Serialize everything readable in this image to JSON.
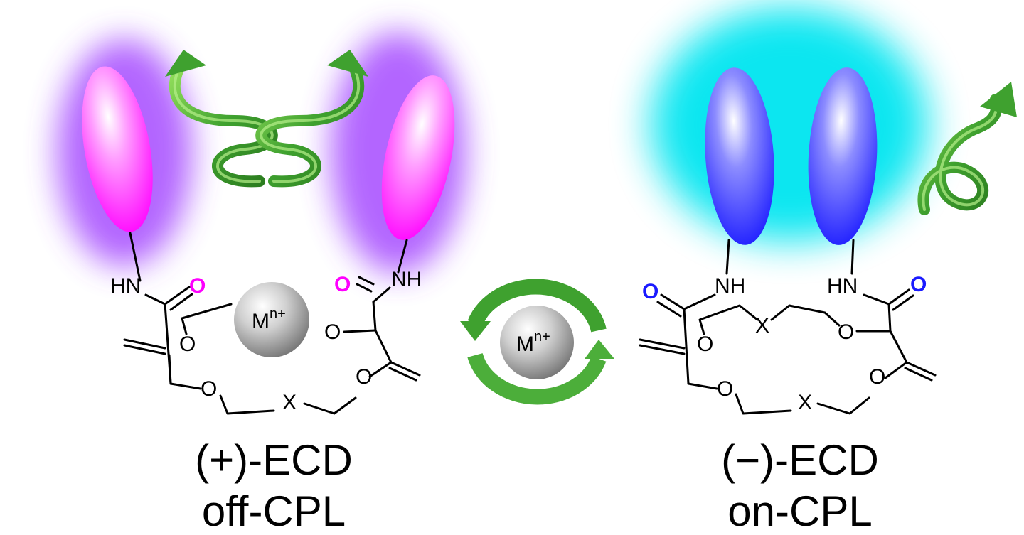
{
  "colors": {
    "magenta": "#ff00ff",
    "purple_glow": "#a64cff",
    "blue": "#1a1aff",
    "cyan_glow": "#00e5f0",
    "green_helix": "#3fa12f",
    "metal": "#a9a9a9",
    "bond": "#000000"
  },
  "icons": [
    "helix-arrow-icon",
    "cycle-arrows-icon",
    "metal-ion-sphere",
    "chromophore-ellipse"
  ],
  "metal_ion": {
    "base": "M",
    "sup": "n+"
  },
  "atoms": {
    "nh": "NH",
    "hn": "HN",
    "o": "O",
    "x": "X"
  },
  "left_caption": {
    "line1": "(+)-ECD",
    "line2": "off-CPL"
  },
  "right_caption": {
    "line1": "(−)-ECD",
    "line2": "on-CPL"
  }
}
